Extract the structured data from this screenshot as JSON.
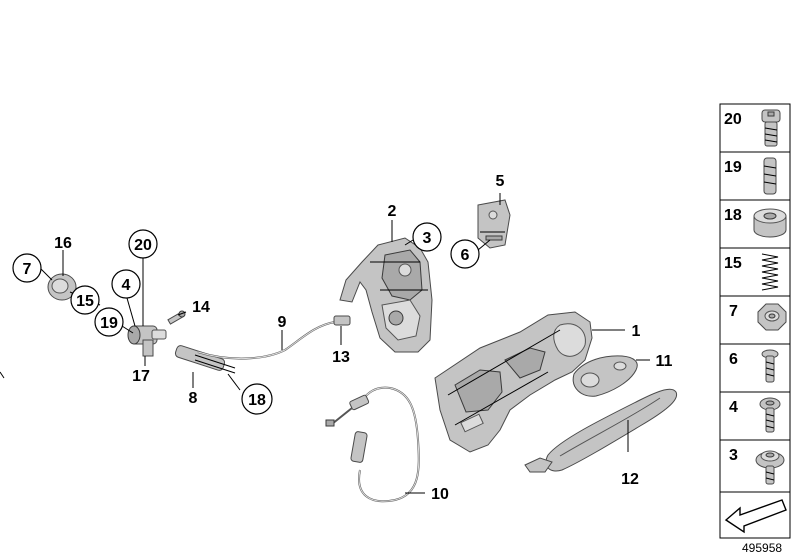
{
  "callouts": {
    "c1": "1",
    "c2": "2",
    "c3": "3",
    "c4": "4",
    "c5": "5",
    "c6": "6",
    "c7": "7",
    "c8": "8",
    "c9": "9",
    "c10": "10",
    "c11": "11",
    "c12": "12",
    "c13": "13",
    "c14": "14",
    "c15": "15",
    "c16": "16",
    "c17": "17",
    "c18": "18",
    "c19": "19",
    "c20": "20"
  },
  "sidebar": {
    "items": [
      "20",
      "19",
      "18",
      "15",
      "7",
      "6",
      "4",
      "3"
    ]
  },
  "reference_number": "495958"
}
